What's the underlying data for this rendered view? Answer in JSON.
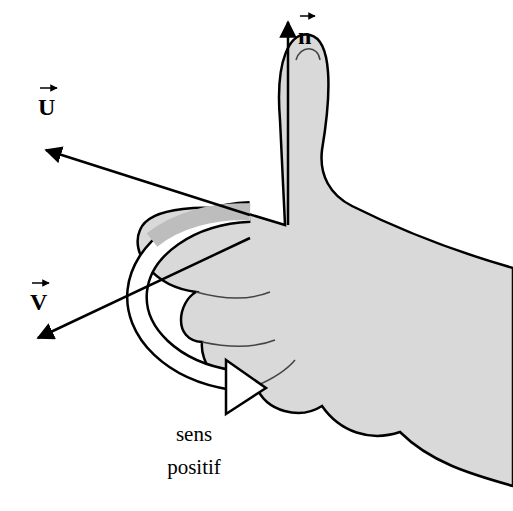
{
  "diagram": {
    "labels": [
      "n",
      "U",
      "V",
      "sens positif"
    ]
  }
}
